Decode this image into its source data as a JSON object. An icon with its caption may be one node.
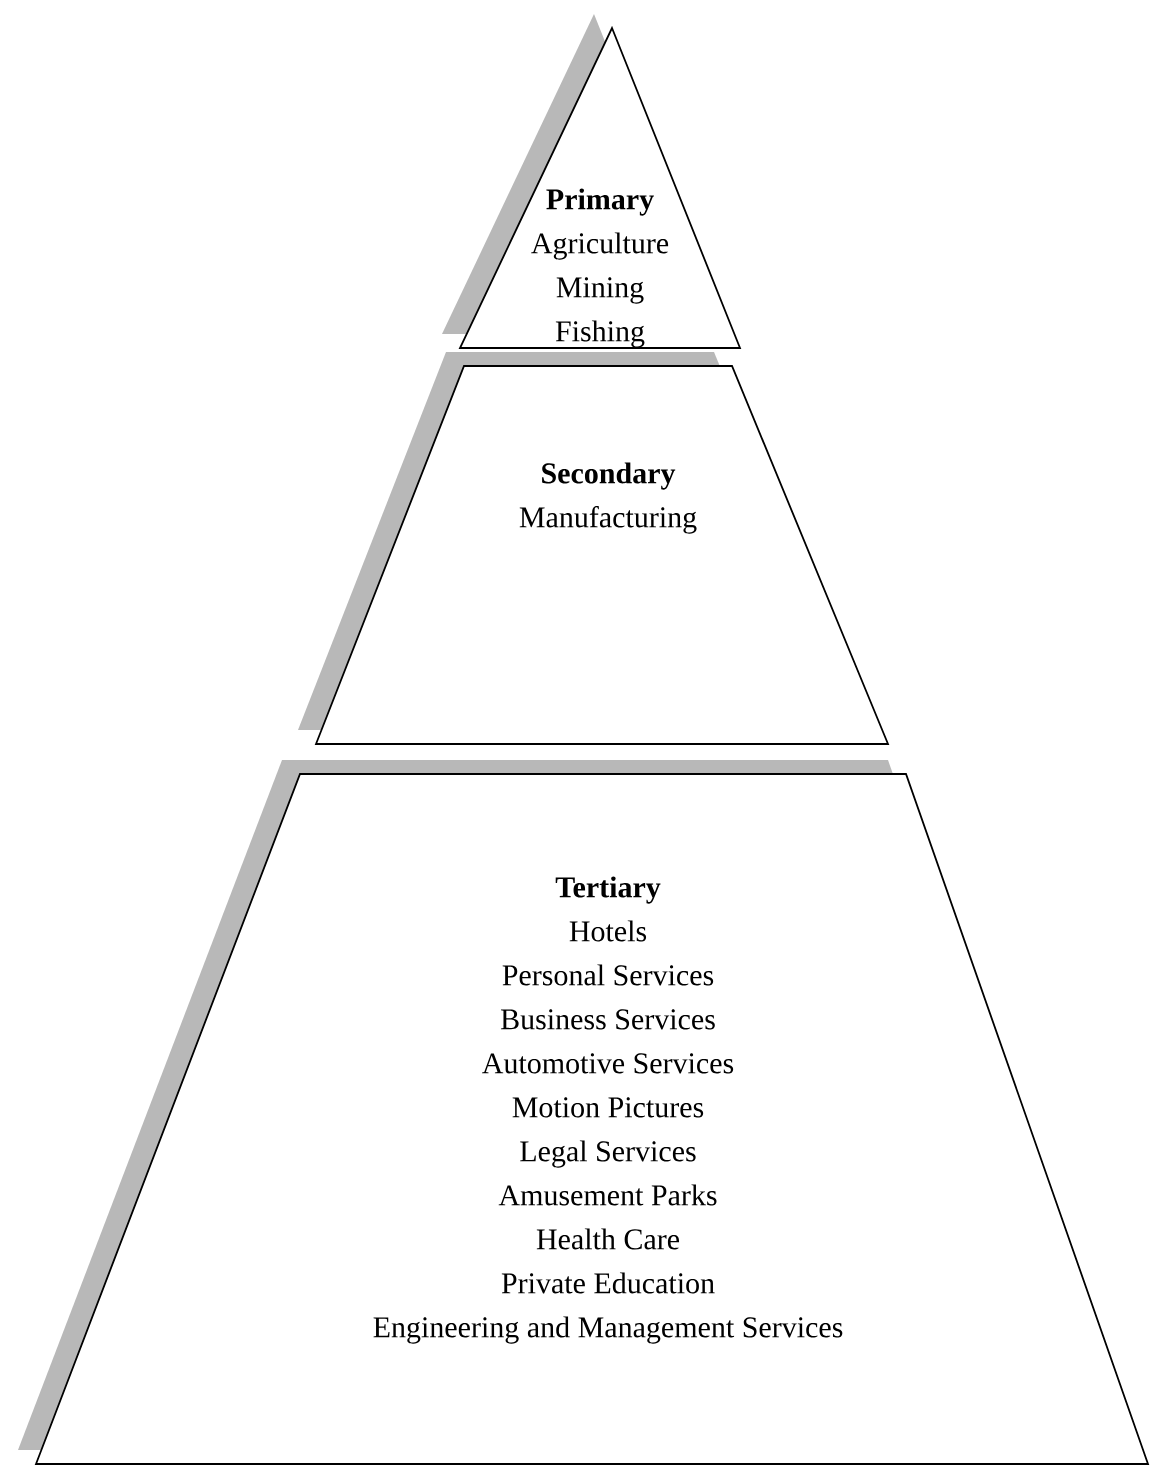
{
  "diagram": {
    "nodes": [
      {
        "text": [
          "Primary",
          "Agriculture",
          "Mining",
          "Fishing"
        ]
      },
      {
        "text": [
          "Secondary",
          "Manufacturing"
        ]
      },
      {
        "text": [
          "Tertiary",
          "Hotels",
          "Personal Services",
          "Business Services",
          "Automotive Services",
          "Motion Pictures",
          "Legal Services",
          "Amusement Parks",
          "Health Care",
          "Private Education",
          "Engineering and Management Services"
        ]
      }
    ]
  }
}
